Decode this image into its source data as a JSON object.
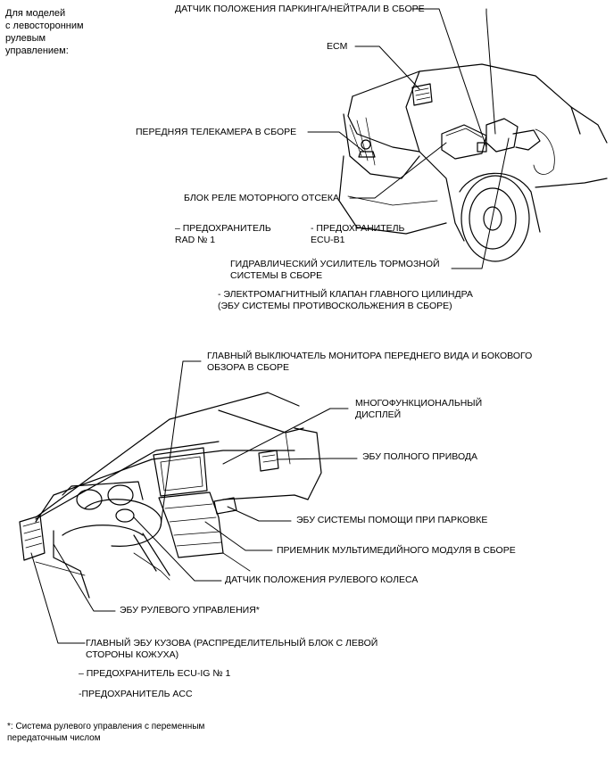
{
  "header": {
    "lines": [
      "Для моделей",
      "с левосторонним",
      "рулевым",
      "управлением:"
    ]
  },
  "top": {
    "park_sensor": "ДАТЧИК ПОЛОЖЕНИЯ ПАРКИНГА/НЕЙТРАЛИ В СБОРЕ",
    "ecm": "ECM",
    "front_camera": "ПЕРЕДНЯЯ ТЕЛЕКАМЕРА В СБОРЕ",
    "relay_block": "БЛОК РЕЛЕ МОТОРНОГО ОТСЕКА",
    "fuse_rad": [
      "– ПРЕДОХРАНИТЕЛЬ",
      "RAD № 1"
    ],
    "fuse_ecu_b1": [
      "- ПРЕДОХРАНИТЕЛЬ",
      "ECU-B1"
    ],
    "brake_booster": [
      "ГИДРАВЛИЧЕСКИЙ УСИЛИТЕЛЬ ТОРМОЗНОЙ",
      "СИСТЕМЫ В СБОРЕ"
    ],
    "solenoid": [
      "- ЭЛЕКТРОМАГНИТНЫЙ КЛАПАН ГЛАВНОГО ЦИЛИНДРА",
      "(ЭБУ СИСТЕМЫ ПРОТИВОСКОЛЬЖЕНИЯ В СБОРЕ)"
    ]
  },
  "bottom": {
    "main_switch": [
      "ГЛАВНЫЙ ВЫКЛЮЧАТЕЛЬ МОНИТОРА ПЕРЕДНЕГО ВИДА И БОКОВОГО",
      "ОБЗОРА В СБОРЕ"
    ],
    "multi_display": [
      "МНОГОФУНКЦИОНАЛЬНЫЙ",
      "ДИСПЛЕЙ"
    ],
    "awd_ecu": "ЭБУ ПОЛНОГО ПРИВОДА",
    "parking_assist": "ЭБУ СИСТЕМЫ ПОМОЩИ ПРИ ПАРКОВКЕ",
    "multimedia": "ПРИЕМНИК МУЛЬТИМЕДИЙНОГО МОДУЛЯ В СБОРЕ",
    "steering_sensor": "ДАТЧИК ПОЛОЖЕНИЯ РУЛЕВОГО КОЛЕСА",
    "steering_ecu": "ЭБУ РУЛЕВОГО УПРАВЛЕНИЯ*",
    "body_ecu": [
      "ГЛАВНЫЙ ЭБУ КУЗОВА (РАСПРЕДЕЛИТЕЛЬНЫЙ БЛОК С ЛЕВОЙ",
      "СТОРОНЫ КОЖУХА)"
    ],
    "fuse_ecu_ig": "– ПРЕДОХРАНИТЕЛЬ ECU-IG № 1",
    "fuse_acc": "-ПРЕДОХРАНИТЕЛЬ ACC"
  },
  "footnote": [
    "*: Система рулевого управления с переменным",
    "передаточным числом"
  ]
}
